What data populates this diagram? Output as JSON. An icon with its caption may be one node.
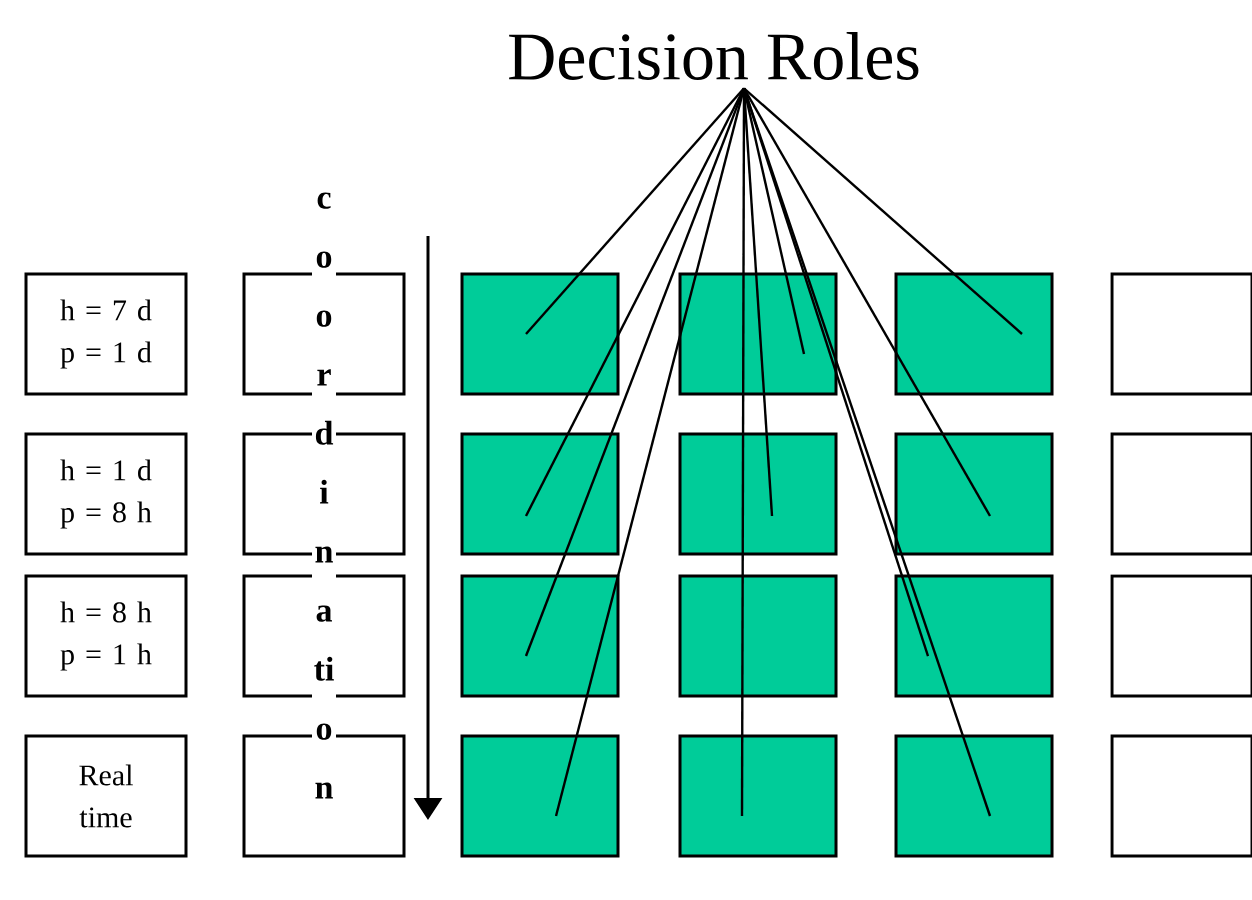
{
  "diagram": {
    "nodes": [
      {
        "text": [
          "Decision Roles"
        ]
      },
      {
        "text": [
          "h = 7 d",
          "p = 1 d"
        ]
      },
      {
        "text": [],
        "shape": "box"
      },
      {
        "text": [],
        "shape": "box"
      },
      {
        "text": [],
        "shape": "box"
      },
      {
        "text": [],
        "shape": "box"
      },
      {
        "text": [],
        "shape": "box"
      },
      {
        "text": [
          "h = 1 d",
          "p = 8 h"
        ]
      },
      {
        "text": [],
        "shape": "box"
      },
      {
        "text": [],
        "shape": "box"
      },
      {
        "text": [],
        "shape": "box"
      },
      {
        "text": [],
        "shape": "box"
      },
      {
        "text": [],
        "shape": "box"
      },
      {
        "text": [
          "h = 8 h",
          "p = 1 h"
        ]
      },
      {
        "text": [],
        "shape": "box"
      },
      {
        "text": [],
        "shape": "box"
      },
      {
        "text": [],
        "shape": "box"
      },
      {
        "text": [],
        "shape": "box"
      },
      {
        "text": [],
        "shape": "box"
      },
      {
        "text": [
          "Real time"
        ]
      },
      {
        "text": [],
        "shape": "box"
      },
      {
        "text": [],
        "shape": "box"
      },
      {
        "text": [],
        "shape": "box"
      },
      {
        "text": [],
        "shape": "box"
      },
      {
        "text": [],
        "shape": "box"
      }
    ],
    "edges": [
      {
        "from": 0,
        "to": 3,
        "arrow": "none"
      },
      {
        "from": 0,
        "to": 4,
        "arrow": "none"
      },
      {
        "from": 0,
        "to": 5,
        "arrow": "none"
      },
      {
        "from": 0,
        "to": 9,
        "arrow": "none"
      },
      {
        "from": 0,
        "to": 10,
        "arrow": "none"
      },
      {
        "from": 0,
        "to": 11,
        "arrow": "none"
      },
      {
        "from": 0,
        "to": 15,
        "arrow": "none"
      },
      {
        "from": 0,
        "to": 17,
        "arrow": "none"
      },
      {
        "from": 0,
        "to": 21,
        "arrow": "none"
      },
      {
        "from": 0,
        "to": 22,
        "arrow": "none"
      },
      {
        "from": 0,
        "to": 23,
        "arrow": "none"
      }
    ],
    "labels": [
      "coordination"
    ]
  }
}
